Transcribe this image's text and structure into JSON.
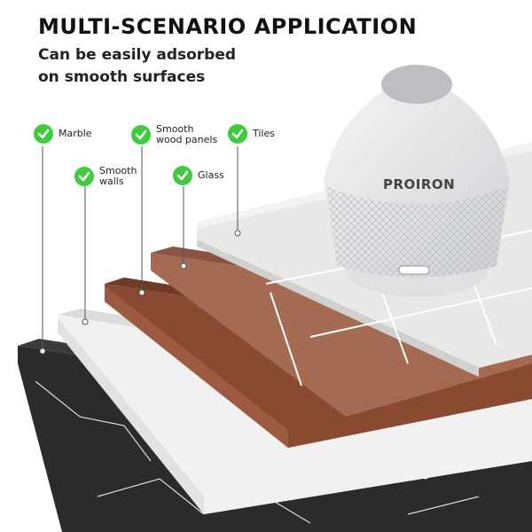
{
  "title": "MULTI-SCENARIO APPLICATION",
  "subtitle": [
    "Can be easily adsorbed",
    "on smooth surfaces"
  ],
  "labels": {
    "marble": "Marble",
    "smooth_walls": [
      "Smooth",
      "walls"
    ],
    "wood_panels": [
      "Smooth",
      "wood panels"
    ],
    "glass": "Glass",
    "tiles": "Tiles"
  },
  "brand": "PROIRON",
  "colors": {
    "check": "#3ecb3e",
    "marble": "#2b2b2b",
    "wall": "#f1f1f1",
    "wood_dark": "#8a4a32",
    "wood_light": "#a56a52",
    "tile": "#e8e8e6",
    "device": "#e6e7e9"
  }
}
